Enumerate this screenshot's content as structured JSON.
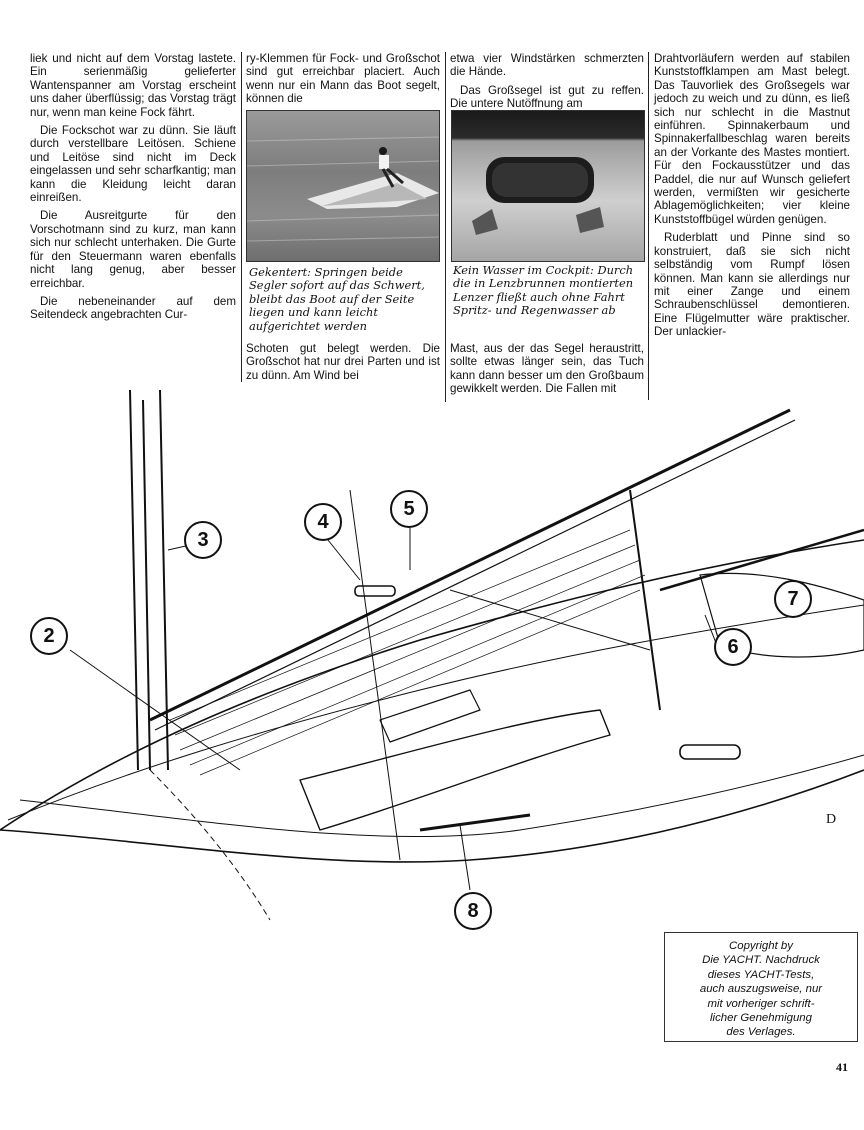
{
  "article": {
    "col1": [
      "liek und nicht auf dem Vorstag lastete. Ein serienmäßig gelieferter Wantenspanner am Vorstag erscheint uns daher überflüssig; das Vorstag trägt nur, wenn man keine Fock fährt.",
      "Die Fockschot war zu dünn. Sie läuft durch verstellbare Leitösen. Schiene und Leitöse sind nicht im Deck eingelassen und sehr scharfkantig; man kann die Kleidung leicht daran einreißen.",
      "Die Ausreitgurte für den Vorschotmann sind zu kurz, man kann sich nur schlecht unterhaken. Die Gurte für den Steuermann waren ebenfalls nicht lang genug, aber besser erreichbar.",
      "Die nebeneinander auf dem Seitendeck angebrachten Cur-"
    ],
    "col2_top": [
      "ry-Klemmen für Fock- und Großschot sind gut erreichbar placiert. Auch wenn nur ein Mann das Boot segelt, können die"
    ],
    "col2_bottom": [
      "Schoten gut belegt werden. Die Großschot hat nur drei Parten und ist zu dünn. Am Wind bei"
    ],
    "col3_top": [
      "etwa vier Windstärken schmerzten die Hände.",
      "Das Großsegel ist gut zu reffen. Die untere Nutöffnung am"
    ],
    "col3_bottom": [
      "Mast, aus der das Segel heraustritt, sollte etwas länger sein, das Tuch kann dann besser um den Großbaum gewikkelt werden. Die Fallen mit"
    ],
    "col4": [
      "Drahtvorläufern werden auf stabilen Kunststoffklampen am Mast belegt. Das Tauvorliek des Großsegels war jedoch zu weich und zu dünn, es ließ sich nur schlecht in die Mastnut einführen. Spinnakerbaum und Spinnakerfallbeschlag waren bereits an der Vorkante des Mastes montiert. Für den Fockausstützer und das Paddel, die nur auf Wunsch geliefert werden, vermißten wir gesicherte Ablagemöglichkeiten; vier kleine Kunststoffbügel würden genügen.",
      "Ruderblatt und Pinne sind so konstruiert, daß sie sich nicht selbständig vom Rumpf lösen können. Man kann sie allerdings nur mit einer Zange und einem Schraubenschlüssel demontieren. Eine Flügelmutter wäre praktischer. Der unlackier-"
    ]
  },
  "captions": {
    "photo1": "Gekentert: Springen beide Segler sofort auf das Schwert, bleibt das Boot auf der Seite liegen und kann leicht aufgerichtet werden",
    "photo2": "Kein Wasser im Cockpit: Durch die in Lenzbrunnen montierten Lenzer fließt auch ohne Fahrt Spritz- und Regenwasser ab"
  },
  "callouts": [
    "2",
    "3",
    "4",
    "5",
    "6",
    "7",
    "8"
  ],
  "signature": "D",
  "copyright": "Copyright by\nDie YACHT. Nachdruck\ndieses YACHT-Tests,\nauch auszugsweise, nur\nmit vorheriger schrift-\nlicher Genehmigung\ndes Verlages.",
  "page_number": "41"
}
